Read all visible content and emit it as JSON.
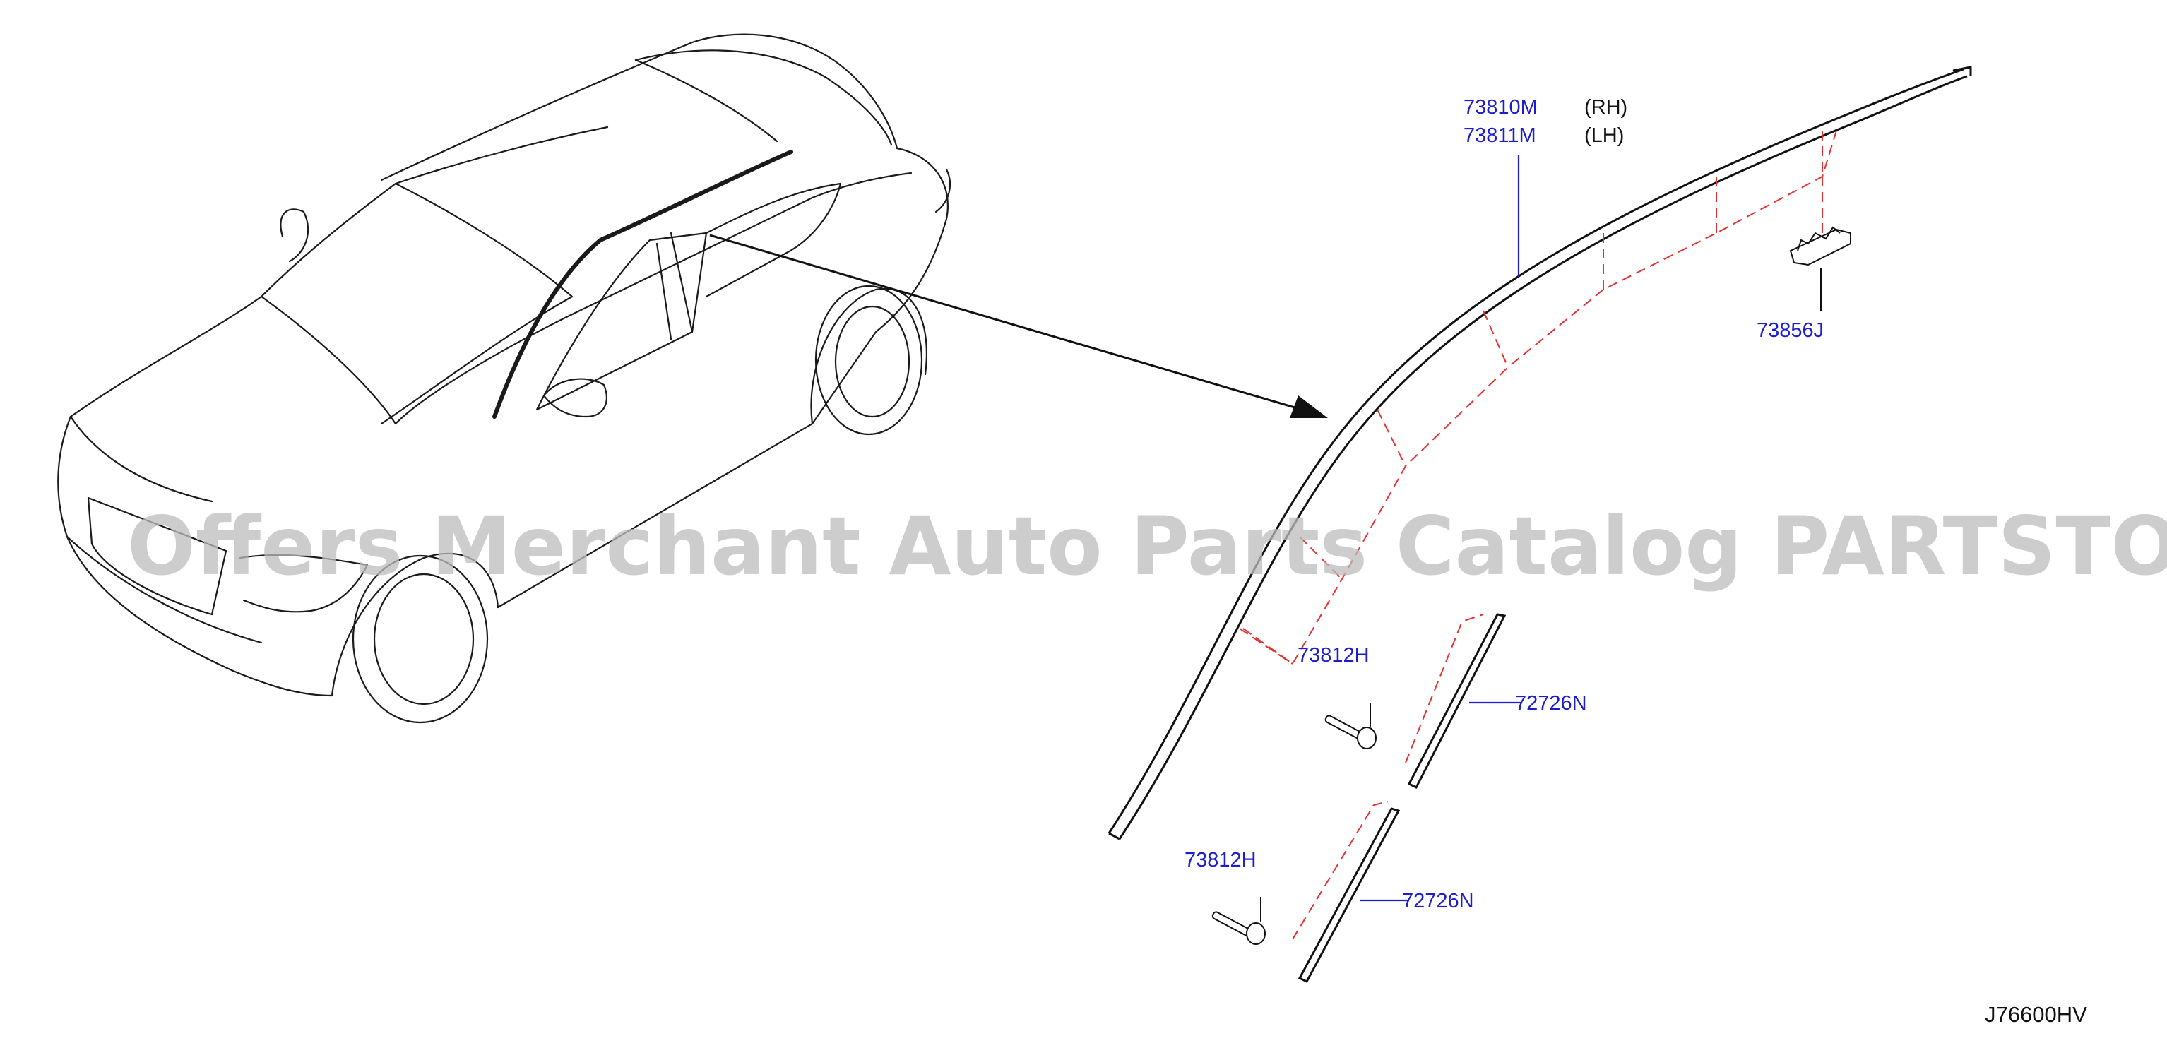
{
  "diagram_code": "J76600HV",
  "watermark": "Offers Merchant Auto Parts Catalog PARTSTORE.SA",
  "colors": {
    "part_number": "#1d1dcc",
    "guide_dash": "#e53030",
    "line_art": "#1a1a1a",
    "watermark": "#bdbdbd"
  },
  "parts": [
    {
      "number": "73810M",
      "side": "(RH)"
    },
    {
      "number": "73811M",
      "side": "(LH)"
    },
    {
      "number": "73856J"
    },
    {
      "number": "73812H"
    },
    {
      "number": "72726N"
    },
    {
      "number": "73812H"
    },
    {
      "number": "72726N"
    }
  ]
}
